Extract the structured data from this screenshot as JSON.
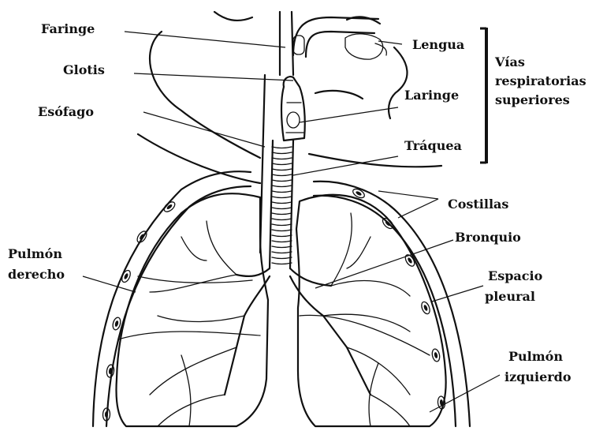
{
  "labels": {
    "faringe": "Faringe",
    "glotis": "Glotis",
    "esofago": "Esófago",
    "lengua": "Lengua",
    "laringe": "Laringe",
    "traquea": "Tráquea",
    "vias_line1": "Vías",
    "vias_line2": "respiratorias",
    "vias_line3": "superiores",
    "costillas": "Costillas",
    "bronquio": "Bronquio",
    "pulmon_derecho_line1": "Pulmón",
    "pulmon_derecho_line2": "derecho",
    "espacio_line1": "Espacio",
    "espacio_line2": "pleural",
    "pulmon_izquierdo_line1": "Pulmón",
    "pulmon_izquierdo_line2": "izquierdo"
  },
  "colors": {
    "ink": "#111111",
    "background": "#ffffff"
  }
}
